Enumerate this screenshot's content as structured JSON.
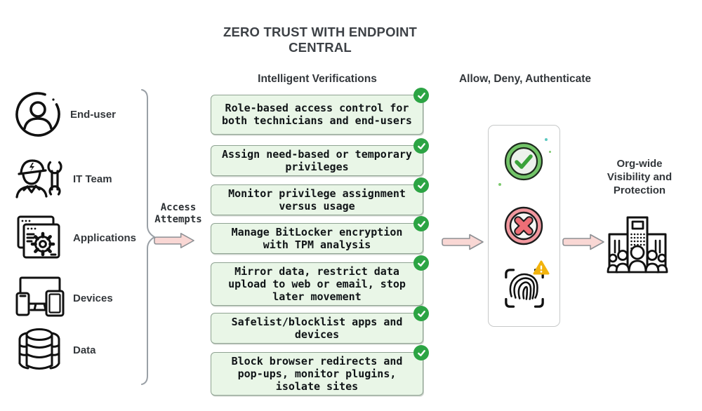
{
  "title": "ZERO TRUST WITH ENDPOINT CENTRAL",
  "sources": {
    "flow_label": "Access Attempts",
    "items": [
      {
        "label": "End-user",
        "icon": "end-user-icon"
      },
      {
        "label": "IT Team",
        "icon": "it-team-icon"
      },
      {
        "label": "Applications",
        "icon": "applications-icon"
      },
      {
        "label": "Devices",
        "icon": "devices-icon"
      },
      {
        "label": "Data",
        "icon": "data-icon"
      }
    ]
  },
  "verifications": {
    "heading": "Intelligent Verifications",
    "items": [
      "Role-based access control for both technicians and end-users",
      "Assign need-based or temporary privileges",
      "Monitor privilege assignment versus usage",
      "Manage BitLocker encryption with TPM analysis",
      "Mirror data, restrict data upload to web or email, stop later movement",
      "Safelist/blocklist apps and devices",
      "Block browser redirects and pop-ups, monitor plugins, isolate sites"
    ]
  },
  "decision": {
    "heading": "Allow, Deny, Authenticate",
    "icons": [
      "allow-badge-icon",
      "deny-badge-icon",
      "authenticate-fingerprint-icon"
    ]
  },
  "outcome": {
    "label": "Org-wide Visibility and Protection"
  },
  "colors": {
    "check_green": "#2ca444",
    "badge_green_ring": "#72c468",
    "box_fill": "#e9f6e7",
    "box_border": "#8fa392",
    "arrow_fill": "#f9d7d4",
    "deny_pink": "#ee6e76",
    "deny_ring": "#f2989f",
    "warning_yellow": "#f2b30d",
    "text_dark": "#3b4045"
  }
}
